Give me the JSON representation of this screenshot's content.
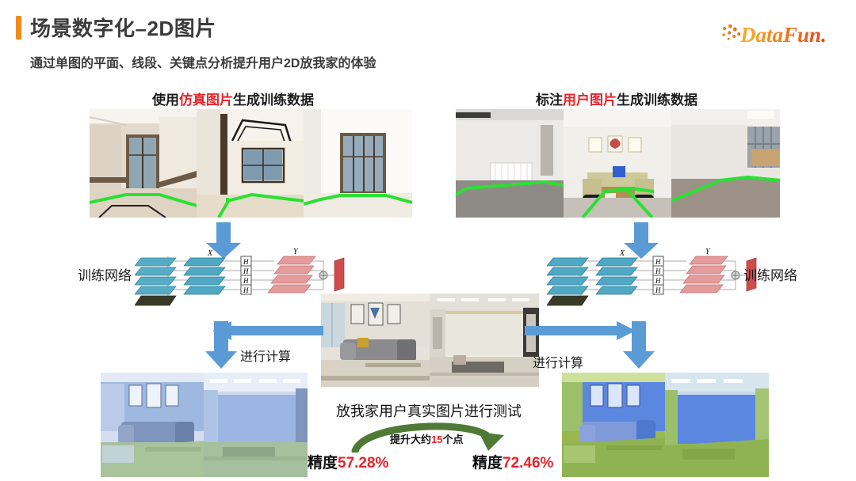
{
  "header": {
    "title": "场景数字化–2D图片",
    "subtitle": "通过单图的平面、线段、关键点分析提升用户2D放我家的体验",
    "accent_color": "#F08C1E",
    "logo_text": "DataFun.",
    "logo_colors": [
      "#F5A623",
      "#F06A1E",
      "#E8441E"
    ]
  },
  "sections": {
    "left_caption": {
      "pre": "使用",
      "highlight": "仿真图片",
      "post": "生成训练数据"
    },
    "right_caption": {
      "pre": "标注",
      "highlight": "用户图片",
      "post": "生成训练数据"
    }
  },
  "network": {
    "left_label": "训练网络",
    "right_label": "训练网络",
    "node_x": "X",
    "node_y": "Y",
    "op_symbol": "H"
  },
  "flow": {
    "calc_left": "进行计算",
    "calc_right": "进行计算"
  },
  "center": {
    "test_caption": "放我家用户真实图片进行测试",
    "gain": {
      "pre": "提升大约",
      "highlight": "15",
      "post": "个点"
    },
    "arc_color": "#4E7A35"
  },
  "results": {
    "left": {
      "label": "精度",
      "value": "57.28%"
    },
    "right": {
      "label": "精度",
      "value": "72.46%"
    }
  },
  "colors": {
    "arrow_blue": "#5B9BD5",
    "annotation_green": "#2BE033",
    "net_blue": "#4FA8C4",
    "net_pink": "#E59B9B",
    "net_red": "#D04C4C"
  }
}
